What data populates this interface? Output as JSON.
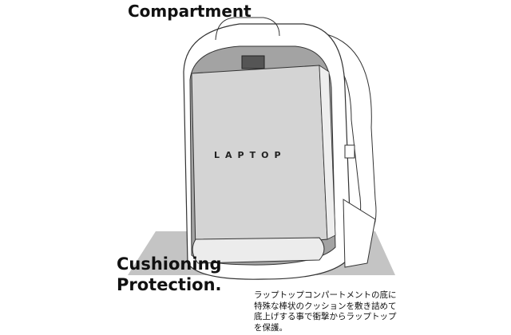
{
  "title": "Compartment",
  "cushion_title": [
    "Cushioning",
    "Protection."
  ],
  "laptop_label": "LAPTOP",
  "description": [
    "ラップトップコンパートメントの底に",
    "特殊な棒状のクッションを敷き詰めて",
    "底上げする事で衝撃からラップトップ",
    "を保護。"
  ],
  "colors": {
    "laptop": "#d4d4d4",
    "floor": "#bdbdbd",
    "inner": "#9e9e9e"
  }
}
